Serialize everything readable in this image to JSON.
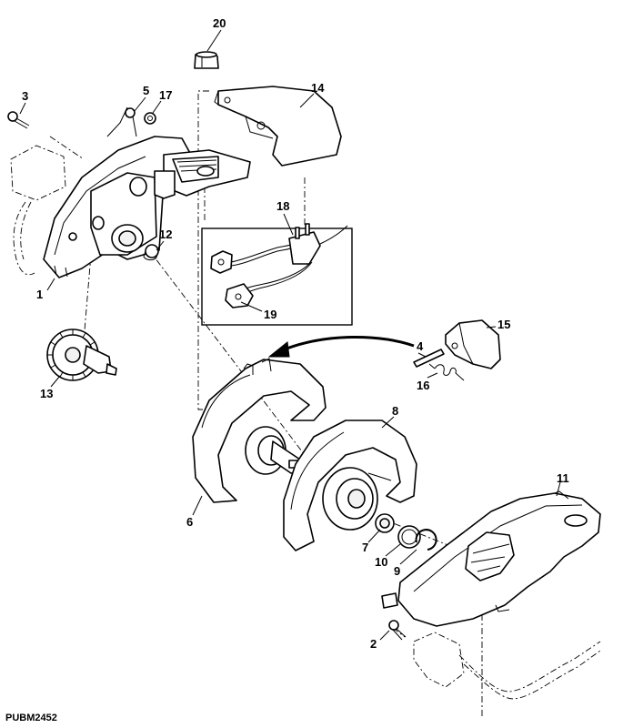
{
  "figure_code": "PUBM2452",
  "callouts": {
    "c1": "1",
    "c2": "2",
    "c3": "3",
    "c4": "4",
    "c5": "5",
    "c6": "6",
    "c7": "7",
    "c8": "8",
    "c9": "9",
    "c10": "10",
    "c11": "11",
    "c12": "12",
    "c13": "13",
    "c14": "14",
    "c15": "15",
    "c16": "16",
    "c17": "17",
    "c18": "18",
    "c19": "19",
    "c20": "20"
  }
}
